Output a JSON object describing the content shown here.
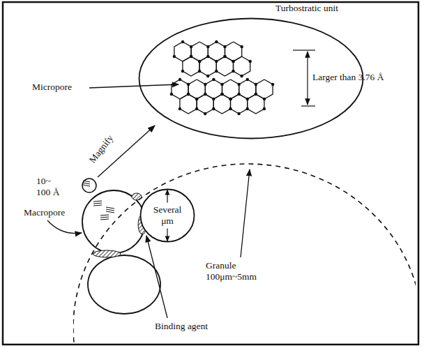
{
  "diagram": {
    "nodes": [
      {
        "text": [
          "Turbostratic unit",
          "Larger than 3.76 Å"
        ]
      },
      {
        "text": [
          "Granule 100μm~5mm"
        ]
      },
      {
        "text": [
          "Several μm"
        ],
        "in": 1
      }
    ],
    "labels": [
      "Micropore",
      "10~ 100 Å",
      "Magnify",
      "Macropore",
      "Binding agent"
    ]
  }
}
